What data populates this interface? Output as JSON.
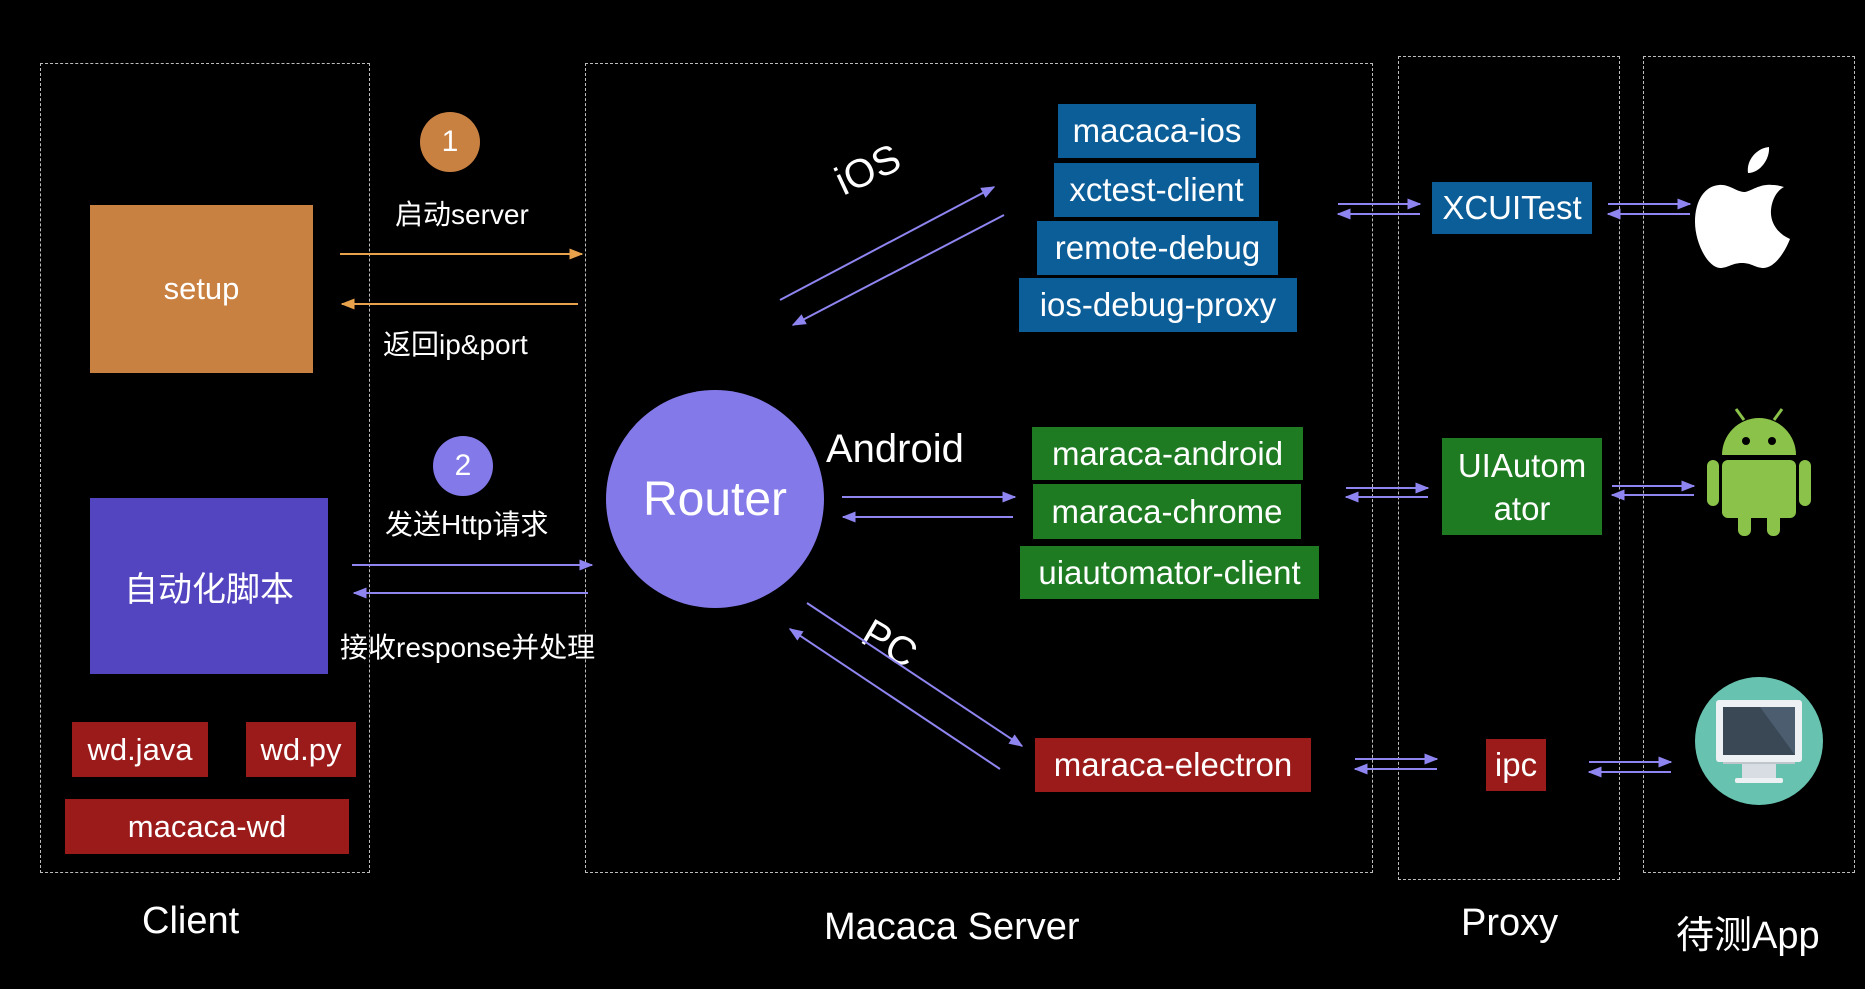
{
  "regions": {
    "client": "Client",
    "server": "Macaca Server",
    "proxy": "Proxy",
    "app": "待测App"
  },
  "client": {
    "setup": "setup",
    "script": "自动化脚本",
    "wd_java": "wd.java",
    "wd_py": "wd.py",
    "macaca_wd": "macaca-wd"
  },
  "steps": {
    "step1_num": "1",
    "step1_label": "启动server",
    "step1_return": "返回ip&port",
    "step2_num": "2",
    "step2_label": "发送Http请求",
    "step2_return": "接收response并处理"
  },
  "server": {
    "router": "Router",
    "ios_label": "iOS",
    "android_label": "Android",
    "pc_label": "PC",
    "ios_modules": [
      "macaca-ios",
      "xctest-client",
      "remote-debug",
      "ios-debug-proxy"
    ],
    "android_modules": [
      "maraca-android",
      "maraca-chrome",
      "uiautomator-client"
    ],
    "pc_modules": [
      "maraca-electron"
    ]
  },
  "proxy": {
    "ios": "XCUITest",
    "android_line1": "UIAutom",
    "android_line2": "ator",
    "pc": "ipc"
  },
  "app": {
    "ios_icon": "apple-logo-icon",
    "android_icon": "android-robot-icon",
    "pc_icon": "desktop-monitor-icon"
  },
  "colors": {
    "setup": "#c98142",
    "script": "#5344c0",
    "router": "#8379e8",
    "step1": "#c98142",
    "step2": "#8379e8",
    "blue_module": "#0c5e98",
    "green_module": "#1e7b22",
    "red_module": "#9b1b1b",
    "arrow_purple": "#8f85f0",
    "arrow_orange": "#e8a24c"
  }
}
